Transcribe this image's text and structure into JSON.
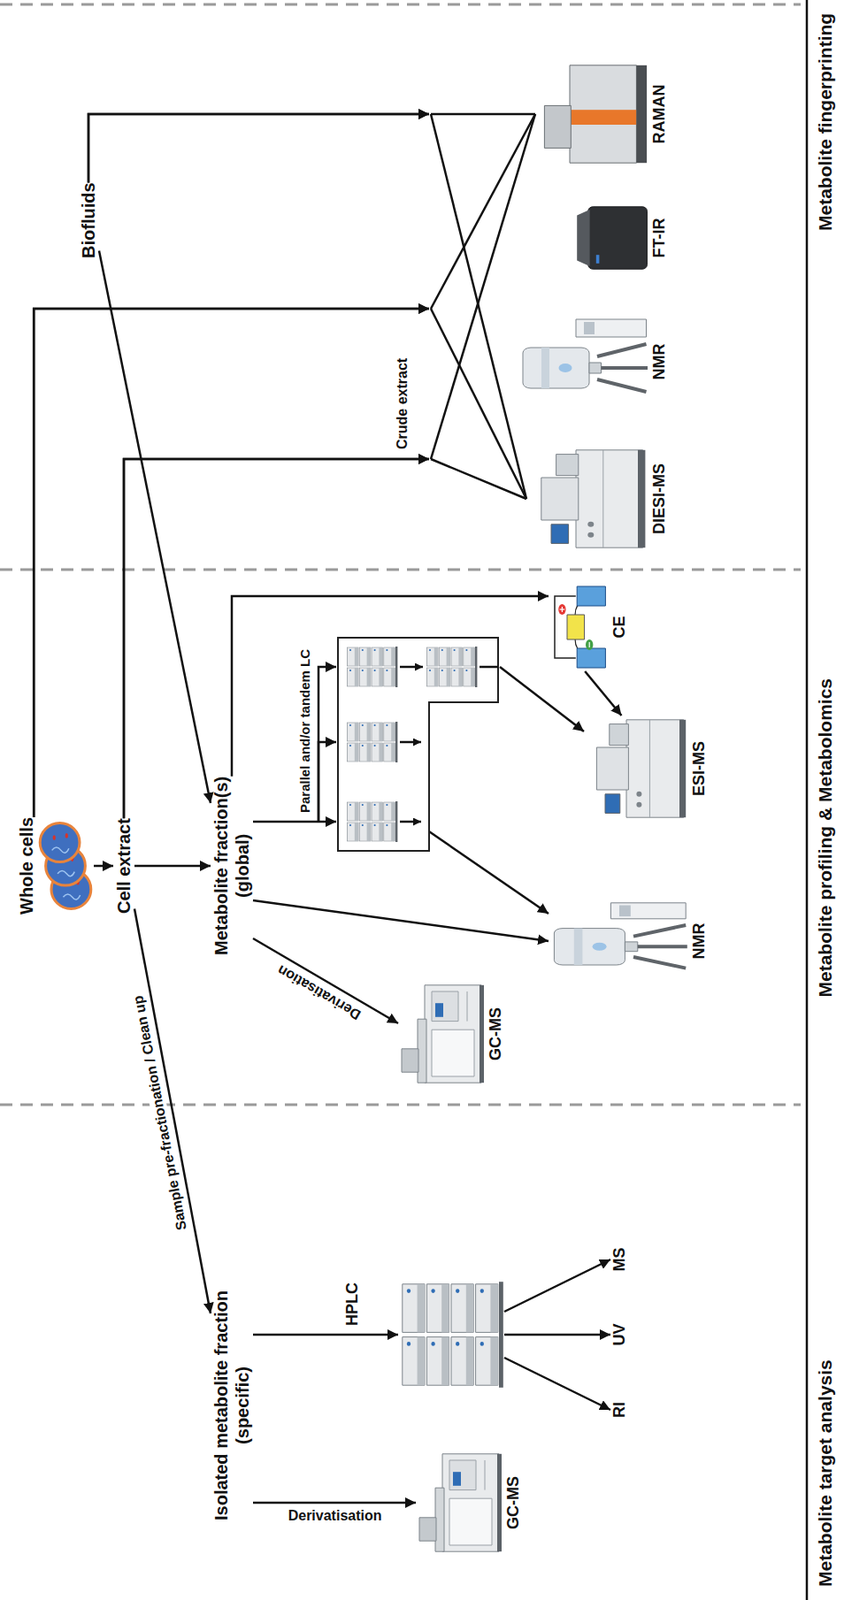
{
  "diagram": {
    "nodes": [
      {
        "text": [
          "Whole cells"
        ]
      },
      {
        "text": [
          "Biofluids"
        ]
      },
      {
        "text": [
          "Cell extract"
        ]
      },
      {
        "text": [
          "Isolated metabolite fraction",
          "(specific)"
        ]
      },
      {
        "text": [
          "Metabolite fraction(s)",
          "(global)"
        ]
      },
      {
        "text": [
          "GC-MS"
        ]
      },
      {
        "text": [
          "HPLC"
        ]
      },
      {
        "text": [
          "RI"
        ]
      },
      {
        "text": [
          "UV"
        ]
      },
      {
        "text": [
          "MS"
        ]
      },
      {
        "text": [
          "Parallel and/or tandem LC"
        ]
      },
      {
        "text": [
          "GC-MS"
        ]
      },
      {
        "text": [
          "NMR"
        ]
      },
      {
        "text": [
          "CE"
        ]
      },
      {
        "text": [
          "ESI-MS"
        ]
      },
      {
        "text": [
          "DIESI-MS"
        ]
      },
      {
        "text": [
          "NMR"
        ]
      },
      {
        "text": [
          "FT-IR"
        ]
      },
      {
        "text": [
          "RAMAN"
        ]
      }
    ],
    "edges": [
      {
        "from": 0,
        "to": 2,
        "arrow": "to"
      },
      {
        "from": 2,
        "to": 4,
        "arrow": "to"
      },
      {
        "from": 2,
        "to": 3,
        "label": "Sample pre-fractionation / Clean up",
        "arrow": "to"
      },
      {
        "from": 1,
        "to": 4,
        "arrow": "to"
      },
      {
        "from": 3,
        "to": 5,
        "label": "Derivatisation",
        "arrow": "to"
      },
      {
        "from": 3,
        "to": 6,
        "arrow": "to"
      },
      {
        "from": 6,
        "to": 7,
        "arrow": "to"
      },
      {
        "from": 6,
        "to": 8,
        "arrow": "to"
      },
      {
        "from": 6,
        "to": 9,
        "arrow": "to"
      },
      {
        "from": 4,
        "to": 11,
        "label": "Derivatisation",
        "arrow": "to"
      },
      {
        "from": 4,
        "to": 12,
        "arrow": "to"
      },
      {
        "from": 4,
        "to": 10,
        "arrow": "to"
      },
      {
        "from": 4,
        "to": 13,
        "arrow": "to"
      },
      {
        "from": 10,
        "to": 14,
        "arrow": "to"
      },
      {
        "from": 10,
        "to": 12,
        "arrow": "to"
      },
      {
        "from": 13,
        "to": 14,
        "arrow": "to"
      },
      {
        "from": 1,
        "to": 15,
        "arrow": "to"
      },
      {
        "from": 1,
        "to": 18,
        "arrow": "to"
      },
      {
        "from": 0,
        "to": 15,
        "arrow": "to"
      },
      {
        "from": 0,
        "to": 18,
        "arrow": "to"
      },
      {
        "from": 2,
        "to": 15,
        "label": "Crude extract",
        "arrow": "to"
      },
      {
        "from": 2,
        "to": 18,
        "arrow": "to"
      }
    ],
    "labels": [
      "Metabolite target analysis",
      "Metabolite profiling & Metabolomics",
      "Metabolite fingerprinting"
    ]
  }
}
